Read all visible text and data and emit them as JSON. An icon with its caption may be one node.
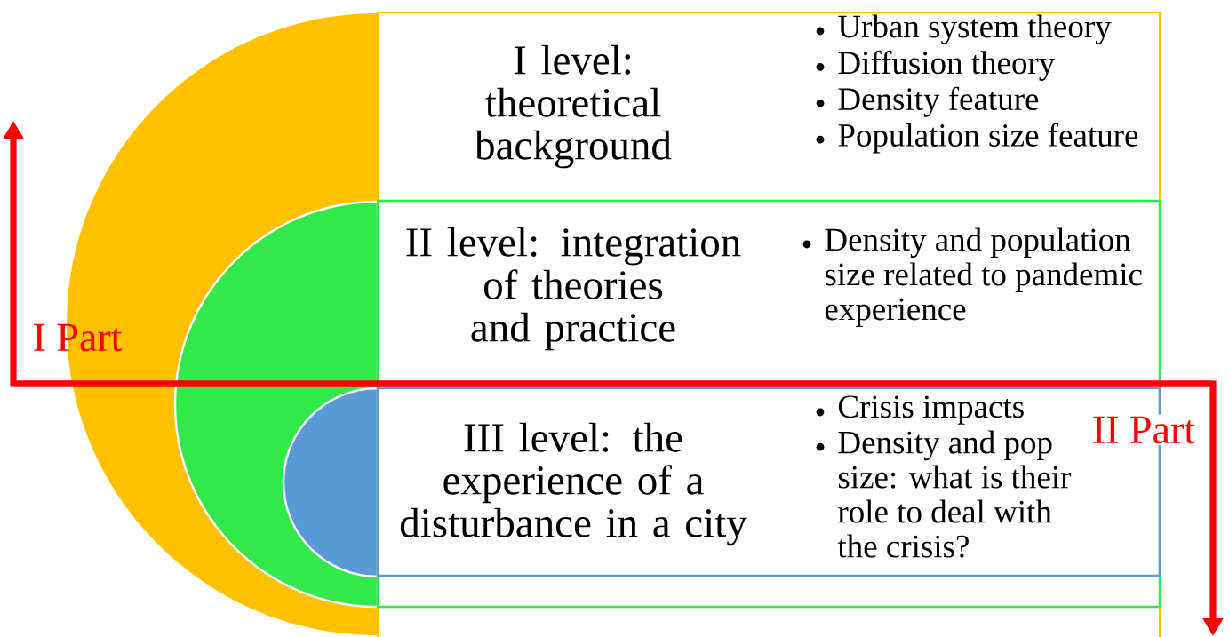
{
  "diagram": {
    "nodes": [
      {
        "text": [
          "I level: theoretical background",
          "Urban system theory",
          "Diffusion theory",
          "Density feature",
          "Population size feature"
        ]
      },
      {
        "text": [
          "II level: integration of theories and practice",
          "Density and population size related to pandemic experience"
        ],
        "in": 0
      },
      {
        "text": [
          "III level: the experience of a disturbance in a city",
          "Crisis impacts",
          "Density and pop size: what is their role to deal with the crisis?"
        ],
        "in": 1
      }
    ],
    "labels": [
      "I Part",
      "II Part"
    ]
  }
}
